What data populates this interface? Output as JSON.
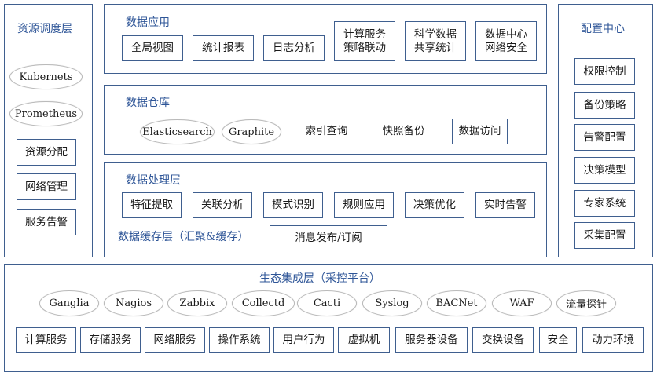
{
  "resource_layer": {
    "title": "资源调度层",
    "ovals": [
      "Kubernets",
      "Prometheus"
    ],
    "boxes": [
      "资源分配",
      "网络管理",
      "服务告警"
    ]
  },
  "data_app": {
    "title": "数据应用",
    "boxes": [
      "全局视图",
      "统计报表",
      "日志分析",
      "计算服务\n策略联动",
      "科学数据\n共享统计",
      "数据中心\n网络安全"
    ]
  },
  "data_warehouse": {
    "title": "数据仓库",
    "ovals": [
      "Elasticsearch",
      "Graphite"
    ],
    "boxes": [
      "索引查询",
      "快照备份",
      "数据访问"
    ]
  },
  "data_processing": {
    "title": "数据处理层",
    "boxes": [
      "特征提取",
      "关联分析",
      "模式识别",
      "规则应用",
      "决策优化",
      "实时告警"
    ],
    "cache_title": "数据缓存层（汇聚&缓存）",
    "cache_box": "消息发布/订阅"
  },
  "config_center": {
    "title": "配置中心",
    "boxes": [
      "权限控制",
      "备份策略",
      "告警配置",
      "决策模型",
      "专家系统",
      "采集配置"
    ]
  },
  "eco_layer": {
    "title": "生态集成层（采控平台）",
    "ovals": [
      "Ganglia",
      "Nagios",
      "Zabbix",
      "Collectd",
      "Cacti",
      "Syslog",
      "BACNet",
      "WAF",
      "流量探针"
    ],
    "boxes": [
      "计算服务",
      "存储服务",
      "网络服务",
      "操作系统",
      "用户行为",
      "虚拟机",
      "服务器设备",
      "交换设备",
      "安全",
      "动力环境"
    ]
  }
}
